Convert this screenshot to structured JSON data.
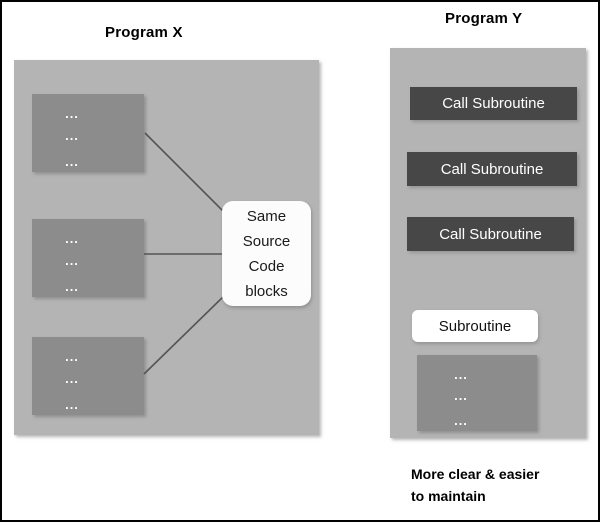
{
  "diagram": {
    "caption_lines": [
      "More clear & easier",
      "to maintain"
    ],
    "colors": {
      "panel_gray": "#b4b4b4",
      "code_block_gray": "#8c8c8c",
      "call_box_dark": "#474747",
      "callout_white": "#fcfcfc",
      "text_black": "#000000",
      "text_white": "#ffffff",
      "frame_border": "#000000"
    }
  },
  "program_x": {
    "title": "Program X",
    "code_blocks": [
      {
        "dot_rows": [
          "...",
          "...",
          "..."
        ]
      },
      {
        "dot_rows": [
          "...",
          "...",
          "..."
        ]
      },
      {
        "dot_rows": [
          "...",
          "...",
          "..."
        ]
      }
    ],
    "callout": {
      "lines": [
        "Same",
        "Source",
        "Code",
        "blocks"
      ]
    }
  },
  "program_y": {
    "title": "Program Y",
    "calls": [
      "Call Subroutine",
      "Call Subroutine",
      "Call Subroutine"
    ],
    "subroutine_label": "Subroutine",
    "subroutine_block": {
      "dot_rows": [
        "...",
        "...",
        "..."
      ]
    }
  }
}
